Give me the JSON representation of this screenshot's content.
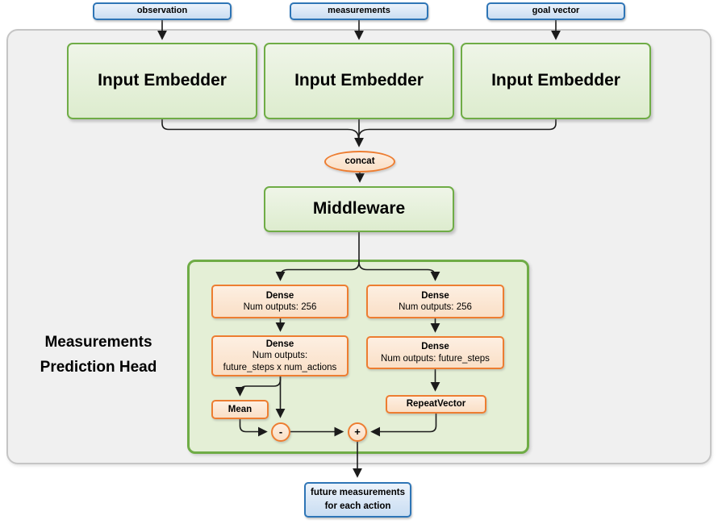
{
  "diagram": {
    "inputs": [
      {
        "label": "observation"
      },
      {
        "label": "measurements"
      },
      {
        "label": "goal vector"
      }
    ],
    "embedders": [
      {
        "label": "Input Embedder"
      },
      {
        "label": "Input Embedder"
      },
      {
        "label": "Input Embedder"
      }
    ],
    "concat_label": "concat",
    "middleware_label": "Middleware",
    "head": {
      "label_line1": "Measurements",
      "label_line2": "Prediction Head",
      "left_branch": {
        "dense1": {
          "title": "Dense",
          "subtitle": "Num outputs: 256"
        },
        "dense2": {
          "title": "Dense",
          "subtitle": "Num outputs:",
          "subtitle2": "future_steps x num_actions"
        },
        "mean_label": "Mean",
        "minus_label": "-"
      },
      "right_branch": {
        "dense1": {
          "title": "Dense",
          "subtitle": "Num outputs: 256"
        },
        "dense2": {
          "title": "Dense",
          "subtitle": "Num outputs: future_steps"
        },
        "repeat_label": "RepeatVector",
        "plus_label": "+"
      }
    },
    "output": {
      "line1": "future measurements",
      "line2": "for each action"
    },
    "colors": {
      "blue_border": "#2E75B6",
      "blue_fill": "#D9E7F5",
      "green_border": "#6FAC46",
      "green_fill": "#E6F0DC",
      "head_fill": "#E4EFD6",
      "orange_border": "#ED7D31",
      "orange_fill": "#FBE4CF",
      "container_fill": "#F0F0F0",
      "container_border": "#C5C5C5",
      "line": "#1B1B1B"
    }
  }
}
